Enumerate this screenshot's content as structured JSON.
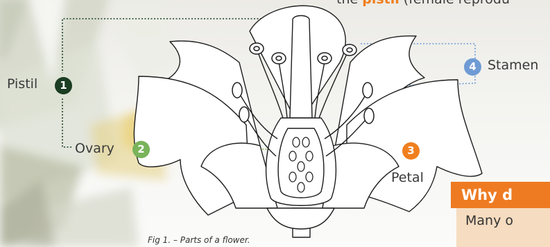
{
  "intro": {
    "prefix": "the ",
    "highlight": "pistil",
    "suffix": " (female reprodu"
  },
  "labels": {
    "pistil": {
      "text": "Pistil",
      "number": "1"
    },
    "ovary": {
      "text": "Ovary",
      "number": "2"
    },
    "petal": {
      "text": "Petal",
      "number": "3"
    },
    "stamen": {
      "text": "Stamen",
      "number": "4"
    }
  },
  "caption": "Fig 1. – Parts of a flower.",
  "card": {
    "heading": "Why d",
    "body": "Many o"
  },
  "colors": {
    "pistil": "#1b3d22",
    "ovary": "#79b35a",
    "petal": "#f07f1e",
    "stamen": "#6f9bd4",
    "card_heading": "#ee7b22",
    "card_body": "#f6dcc0"
  }
}
